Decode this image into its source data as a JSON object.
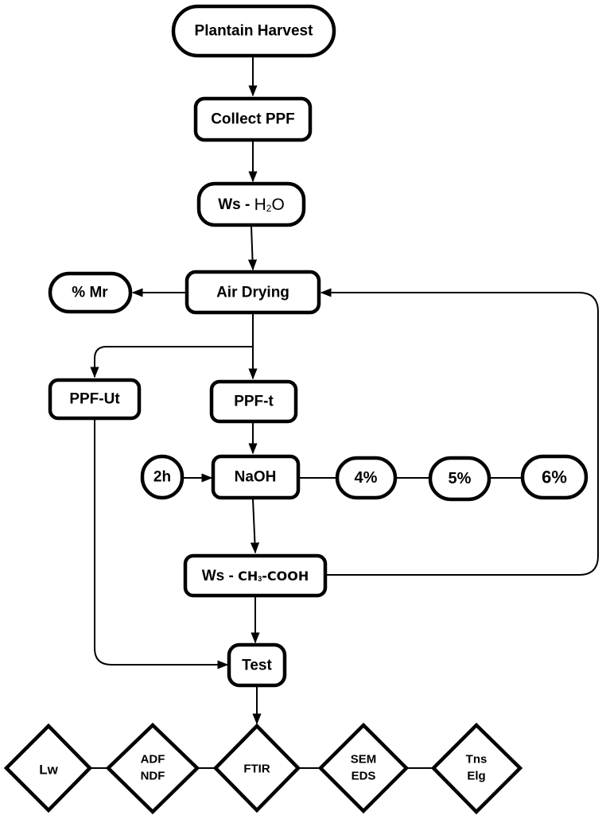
{
  "nodes": {
    "harvest": "Plantain Harvest",
    "collect": "Collect PPF",
    "wash_water_prefix": "Ws - ",
    "wash_water_chem": "H",
    "wash_water_sub": "2",
    "wash_water_chem2": "O",
    "air_drying": "Air Drying",
    "moisture": "% Mr",
    "untreated": "PPF-Ut",
    "treated": "PPF-t",
    "time": "2h",
    "naoh": "NaOH",
    "conc_4": "4%",
    "conc_5": "5%",
    "conc_6": "6%",
    "wash_acid_prefix": "Ws - ",
    "wash_acid_a": "CH",
    "wash_acid_sub": "3",
    "wash_acid_b": "-COOH",
    "test": "Test"
  },
  "tests": [
    {
      "line1": "Lw",
      "line2": ""
    },
    {
      "line1": "ADF",
      "line2": "NDF"
    },
    {
      "line1": "FTIR",
      "line2": ""
    },
    {
      "line1": "SEM",
      "line2": "EDS"
    },
    {
      "line1": "Tns",
      "line2": "Elg"
    }
  ]
}
